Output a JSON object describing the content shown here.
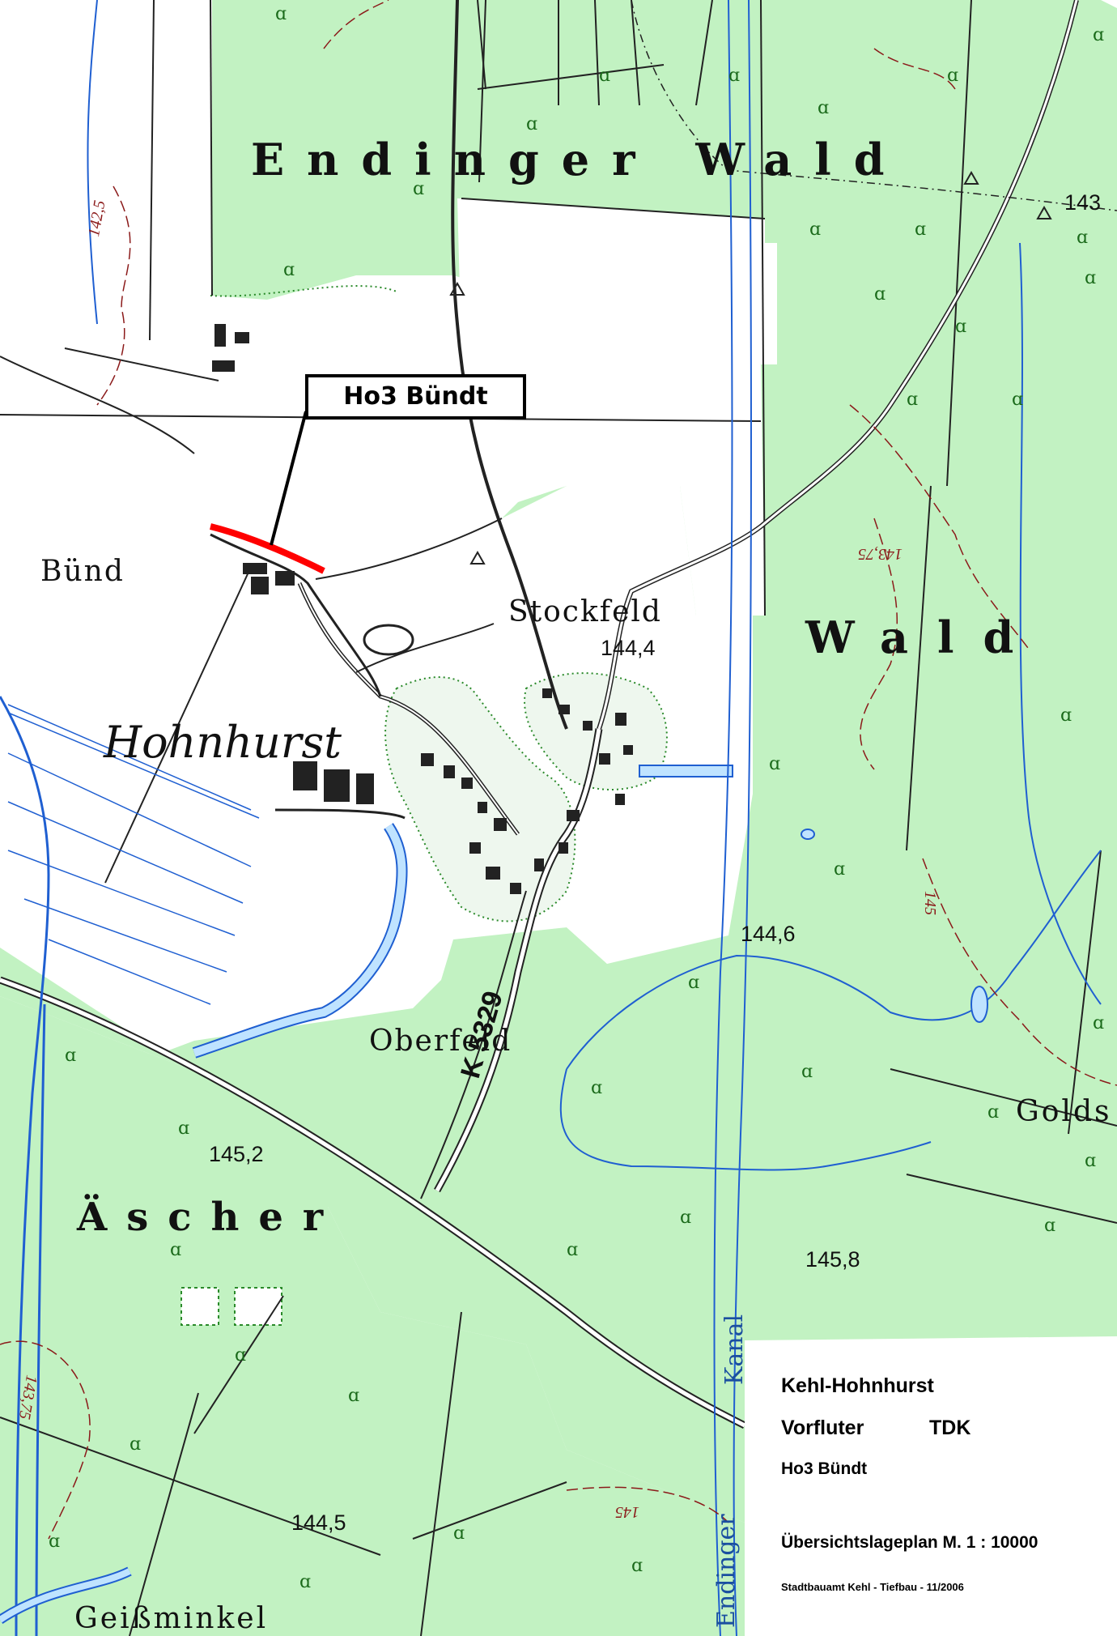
{
  "map": {
    "labels": {
      "endinger_wald": "Endinger Wald",
      "wald": "Wald",
      "buend": "Bünd",
      "stockfeld": "Stockfeld",
      "hohnhurst": "Hohnhurst",
      "oberfeld": "Oberfeld",
      "aescher": "Äscher",
      "geissminkel": "Geißminkel",
      "golds": "Golds",
      "kanal": "Kanal",
      "endinger": "Endinger",
      "road": "K 5329"
    },
    "spot_heights": [
      "143",
      "144,4",
      "144,6",
      "145,2",
      "145,8",
      "144,5"
    ],
    "contour_labels": [
      "142,5",
      "143,75",
      "145",
      "143,75",
      "145"
    ],
    "callout": "Ho3 Bündt",
    "colors": {
      "forest": "#bff2bf",
      "water": "#1f5fd1",
      "contour": "#8b1a1a",
      "highlight": "#ff0000"
    }
  },
  "legend": {
    "place": "Kehl-Hohnhurst",
    "vorfluter": "Vorfluter",
    "tdk": "TDK",
    "project": "Ho3 Bündt",
    "plan": "Übersichtslageplan M. 1 : 10000",
    "credit": "Stadtbauamt Kehl - Tiefbau - 11/2006"
  }
}
